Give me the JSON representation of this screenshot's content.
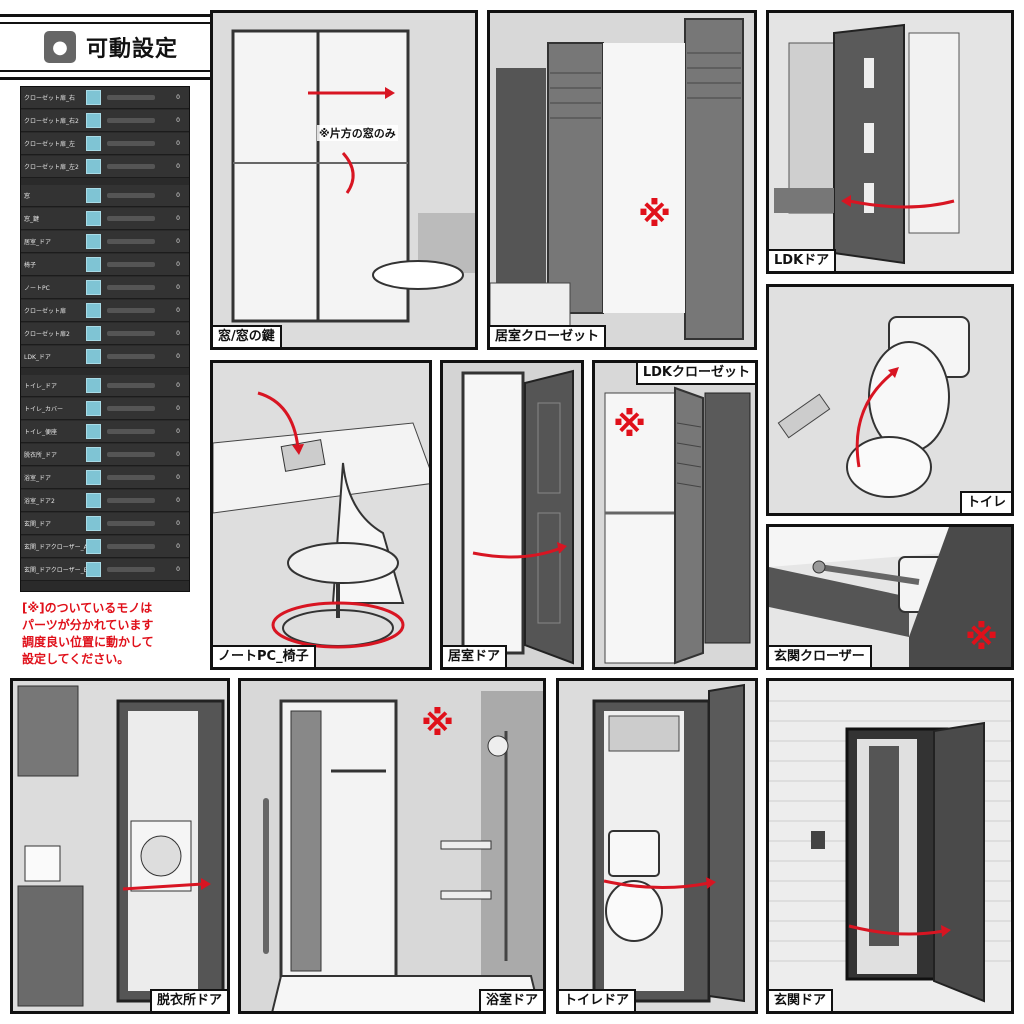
{
  "title": {
    "icon": "doll-icon",
    "text": "可動設定"
  },
  "params": [
    {
      "label": "クローゼット扉_右",
      "value": "0"
    },
    {
      "label": "クローゼット扉_右2",
      "value": "0"
    },
    {
      "label": "クローゼット扉_左",
      "value": "0"
    },
    {
      "label": "クローゼット扉_左2",
      "value": "0"
    },
    {
      "label": "窓",
      "value": "0"
    },
    {
      "label": "窓_鍵",
      "value": "0"
    },
    {
      "label": "居室_ドア",
      "value": "0"
    },
    {
      "label": "椅子",
      "value": "0"
    },
    {
      "label": "ノートPC",
      "value": "0"
    },
    {
      "label": "クローゼット扉",
      "value": "0"
    },
    {
      "label": "クローゼット扉2",
      "value": "0"
    },
    {
      "label": "LDK_ドア",
      "value": "0"
    },
    {
      "label": "トイレ_ドア",
      "value": "0"
    },
    {
      "label": "トイレ_カバー",
      "value": "0"
    },
    {
      "label": "トイレ_便座",
      "value": "0"
    },
    {
      "label": "脱衣所_ドア",
      "value": "0"
    },
    {
      "label": "浴室_ドア",
      "value": "0"
    },
    {
      "label": "浴室_ドア2",
      "value": "0"
    },
    {
      "label": "玄関_ドア",
      "value": "0"
    },
    {
      "label": "玄関_ドアクローザー_A",
      "value": "0"
    },
    {
      "label": "玄関_ドアクローザー_B",
      "value": "0"
    }
  ],
  "note": "[※]のついているモノは\nパーツが分かれています\n調度良い位置に動かして\n設定してください。",
  "panels": {
    "window": {
      "caption": "窓/窓の鍵",
      "annotation": "※片方の窓のみ"
    },
    "room_closet": {
      "caption": "居室クローゼット",
      "mark": "※"
    },
    "ldk_door": {
      "caption": "LDKドア"
    },
    "toilet": {
      "caption": "トイレ"
    },
    "laptop_chair": {
      "caption": "ノートPC_椅子"
    },
    "room_door": {
      "caption": "居室ドア"
    },
    "ldk_closet": {
      "caption": "LDKクローゼット",
      "mark": "※"
    },
    "entrance_closer": {
      "caption": "玄関クローザー",
      "mark": "※"
    },
    "dressing_door": {
      "caption": "脱衣所ドア"
    },
    "bath_door": {
      "caption": "浴室ドア",
      "mark": "※"
    },
    "toilet_door": {
      "caption": "トイレドア"
    },
    "entrance_door": {
      "caption": "玄関ドア"
    }
  },
  "colors": {
    "arrow": "#d81522",
    "mark": "#e0101a",
    "panel_bg": "#2a2a2a",
    "param_icon": "#7fc4d4"
  }
}
